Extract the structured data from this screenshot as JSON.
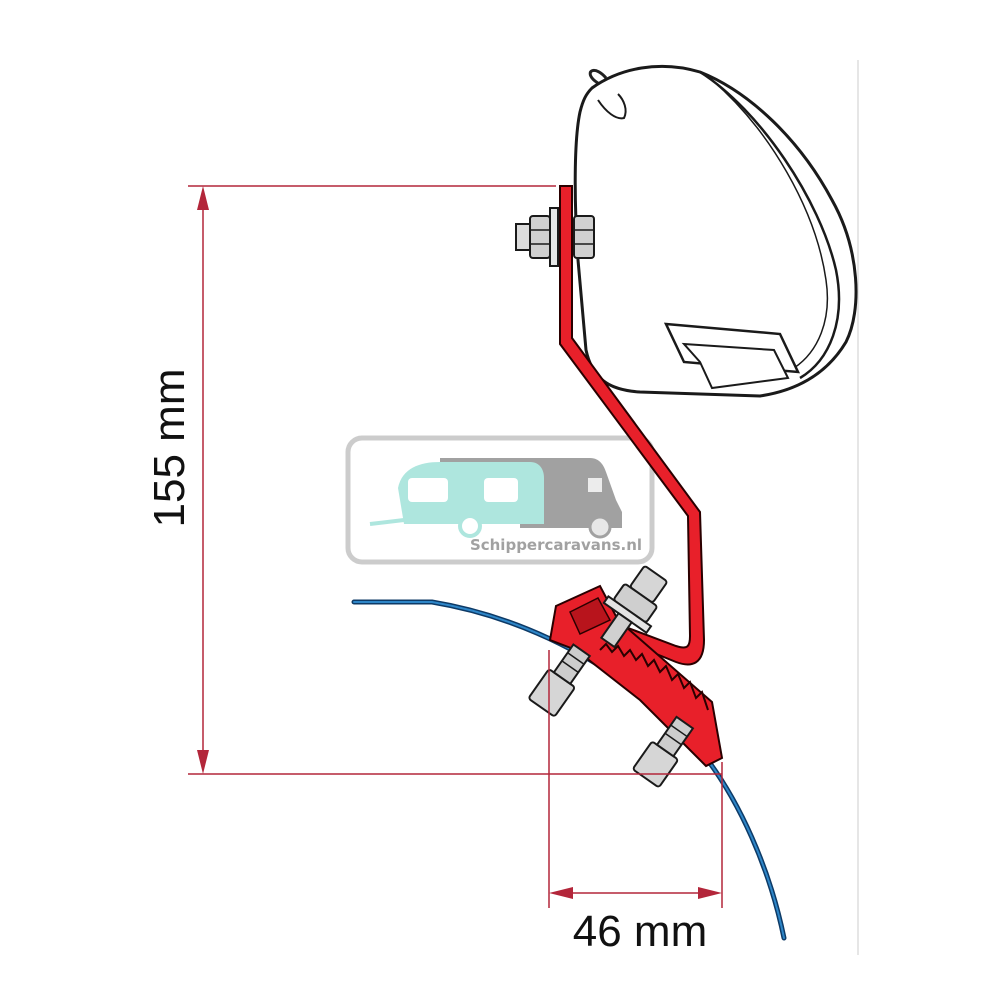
{
  "dimensions": {
    "height_label": "155 mm",
    "width_label": "46 mm"
  },
  "watermark": {
    "text": "Schippercaravans.nl"
  },
  "colors": {
    "bracket": "#e8202a",
    "dimension_line": "#b3263a",
    "vehicle_roof": "#1a5fa0",
    "watermark_caravan": "#a8e4dc",
    "watermark_camper": "#9a9a9a"
  }
}
